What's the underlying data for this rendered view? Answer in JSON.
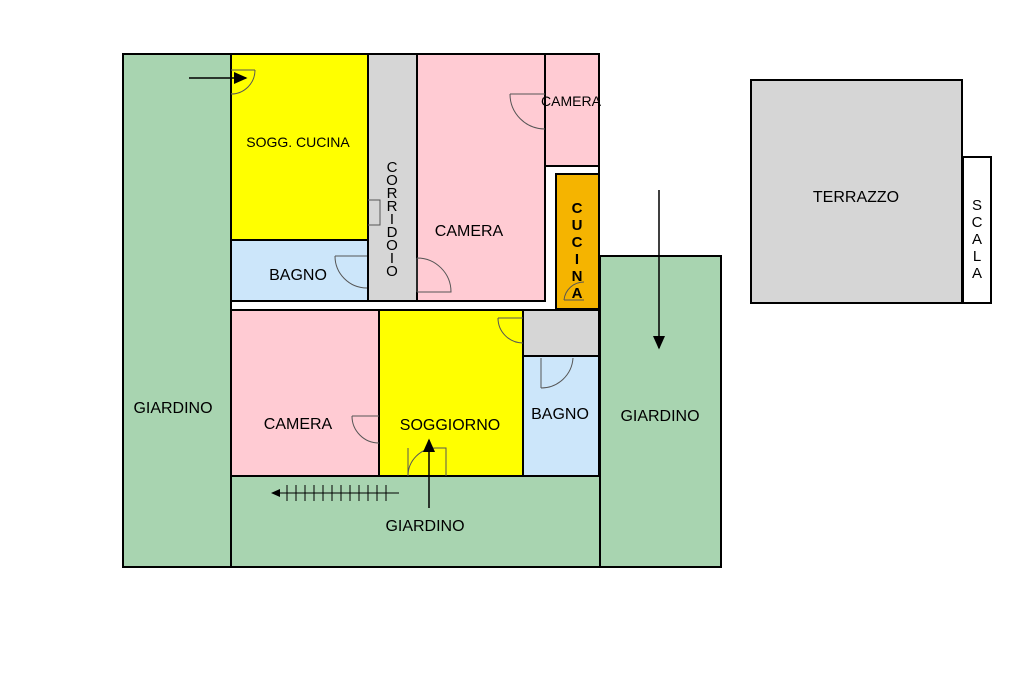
{
  "colors": {
    "garden": "#a8d4b0",
    "kitchen": "#ffff00",
    "bedroom": "#ffcbd3",
    "bathroom": "#cce6fa",
    "corridor": "#d6d6d6",
    "kitchenette": "#f5b400",
    "terrace": "#d6d6d6",
    "stair": "#ffffff",
    "outline": "#000000"
  },
  "rooms": {
    "giardino_left": "GIARDINO",
    "sogg_cucina": "SOGG. CUCINA",
    "bagno_top": "BAGNO",
    "corridoio": "CORRIDOIO",
    "camera_center": "CAMERA",
    "camera_small": "CAMERA",
    "cucina": "CUCINA",
    "camera_lower": "CAMERA",
    "soggiorno": "SOGGIORNO",
    "bagno_lower": "BAGNO",
    "giardino_right": "GIARDINO",
    "giardino_bottom": "GIARDINO",
    "terrazzo": "TERRAZZO",
    "scala": "SCALA"
  }
}
